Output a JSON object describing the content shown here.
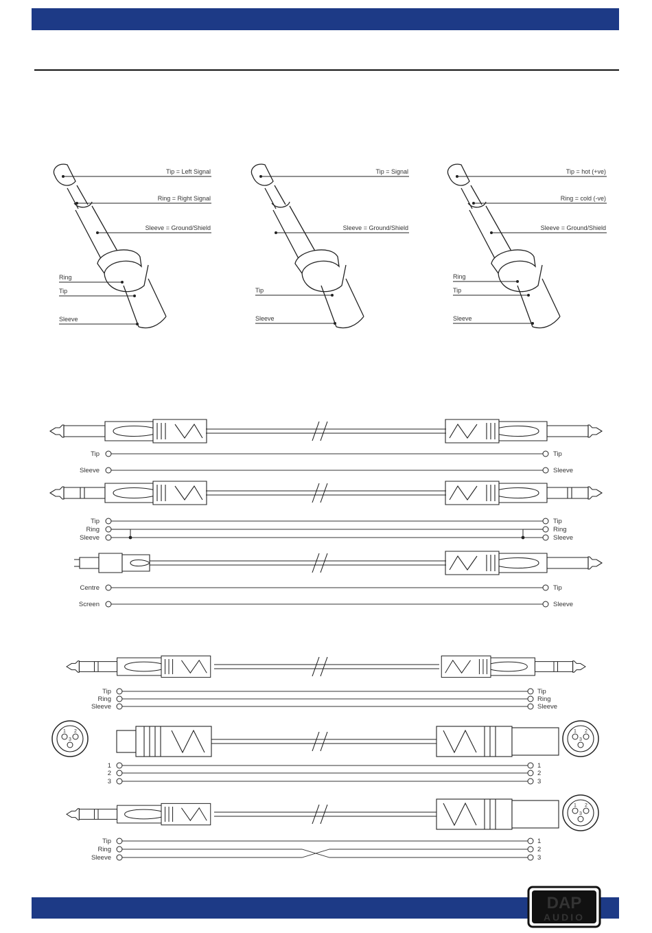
{
  "jacks": [
    {
      "tip": "Tip = Left Signal",
      "ring": "Ring = Right Signal",
      "sleeve": "Sleeve = Ground/Shield",
      "bottom_ring": "Ring",
      "bottom_tip": "Tip",
      "bottom_sleeve": "Sleeve"
    },
    {
      "tip": "Tip = Signal",
      "sleeve": "Sleeve = Ground/Shield",
      "bottom_tip": "Tip",
      "bottom_sleeve": "Sleeve"
    },
    {
      "tip": "Tip = hot (+ve)",
      "ring": "Ring = cold (-ve)",
      "sleeve": "Sleeve = Ground/Shield",
      "bottom_ring": "Ring",
      "bottom_tip": "Tip",
      "bottom_sleeve": "Sleeve"
    }
  ],
  "cables": [
    {
      "left": [
        "Tip",
        "Sleeve"
      ],
      "right": [
        "Tip",
        "Sleeve"
      ]
    },
    {
      "left": [
        "Tip",
        "Ring",
        "Sleeve"
      ],
      "right": [
        "Tip",
        "Ring",
        "Sleeve"
      ]
    },
    {
      "left": [
        "Centre",
        "Screen"
      ],
      "right": [
        "Tip",
        "Sleeve"
      ]
    },
    {
      "left": [
        "Tip",
        "Ring",
        "Sleeve"
      ],
      "right": [
        "Tip",
        "Ring",
        "Sleeve"
      ]
    },
    {
      "left": [
        "1",
        "2",
        "3"
      ],
      "right": [
        "1",
        "2",
        "3"
      ]
    },
    {
      "left": [
        "Tip",
        "Ring",
        "Sleeve"
      ],
      "right": [
        "1",
        "2",
        "3"
      ]
    }
  ],
  "xlr_pins": [
    "1",
    "2",
    "3"
  ],
  "logo": {
    "line1": "DAP",
    "line2": "AUDIO"
  },
  "colors": {
    "header": "#1d3a86",
    "ink": "#222222"
  }
}
